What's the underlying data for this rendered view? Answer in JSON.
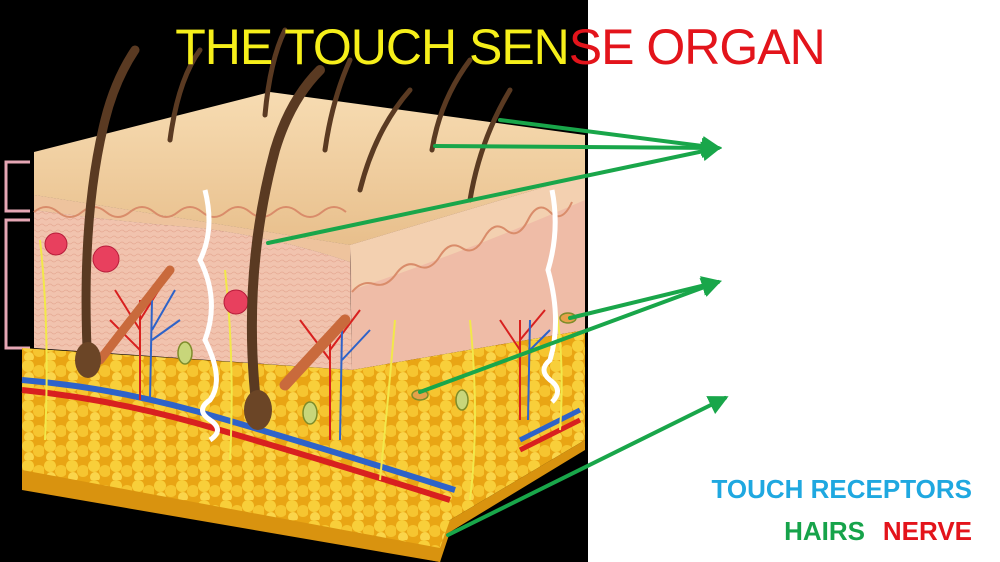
{
  "title": {
    "part1": "THE TOUCH SEN",
    "part2": "SE ORGAN",
    "color1": "#f6ef1a",
    "color2": "#e3141b"
  },
  "labels": {
    "touch_receptors": "TOUCH RECEPTORS",
    "hairs": "HAIRS",
    "nerve": "NERVE",
    "touch_receptors_color": "#1fa8e0",
    "hairs_color": "#16a34a",
    "nerve_color": "#e3141b"
  },
  "colors": {
    "background_left": "#000000",
    "background_right": "#ffffff",
    "arrow": "#19a64a",
    "bracket": "#e6a7b5",
    "epidermis": "#f2cfa0",
    "dermis": "#f0c6b4",
    "fat": "#f5c42b",
    "hair": "#5a3a22",
    "artery": "#d8201f",
    "vein": "#2e63c9",
    "nerve_fiber": "#f2e84a"
  },
  "icons": {
    "skin": "skin-cross-section-illustration"
  }
}
